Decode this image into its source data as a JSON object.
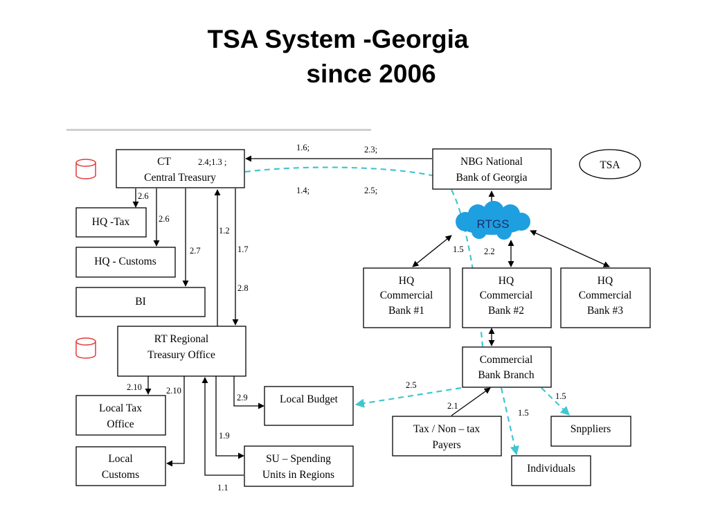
{
  "title": {
    "line1": "TSA System -Georgia",
    "line2": "since 2006"
  },
  "nodes": {
    "ct": {
      "line1": "CT",
      "line2": "Central Treasury",
      "ref": "2.4;1.3 ;"
    },
    "nbg": {
      "line1": "NBG  National",
      "line2": "Bank of Georgia"
    },
    "tsa": {
      "label": "TSA"
    },
    "rtgs": {
      "label": "RTGS"
    },
    "hq_tax": {
      "label": "HQ -Tax"
    },
    "hq_customs": {
      "label": "HQ - Customs"
    },
    "bi": {
      "label": "BI"
    },
    "bank1": {
      "line1": "HQ",
      "line2": "Commercial",
      "line3": "Bank #1"
    },
    "bank2": {
      "line1": "HQ",
      "line2": "Commercial",
      "line3": "Bank #2"
    },
    "bank3": {
      "line1": "HQ",
      "line2": "Commercial",
      "line3": "Bank #3"
    },
    "rt": {
      "line1": "RT Regional",
      "line2": "Treasury Office"
    },
    "branch": {
      "line1": "Commercial",
      "line2": "Bank Branch"
    },
    "local_tax": {
      "line1": "Local Tax",
      "line2": "Office"
    },
    "local_customs": {
      "line1": "Local",
      "line2": "Customs"
    },
    "local_budget": {
      "label": "Local Budget"
    },
    "su": {
      "line1": "SU – Spending",
      "line2": "Units in Regions"
    },
    "payers": {
      "line1": "Tax / Non – tax",
      "line2": "Payers"
    },
    "suppliers": {
      "label": "Snppliers"
    },
    "individuals": {
      "label": "Individuals"
    }
  },
  "edge_labels": {
    "e16": "1.6;",
    "e23": "2.3;",
    "e14": "1.4;",
    "e25top": "2.5;",
    "e26a": "2.6",
    "e26b": "2.6",
    "e27": "2.7",
    "e12": "1.2",
    "e17": "1.7",
    "e28": "2.8",
    "e15a": "1.5",
    "e22": "2.2",
    "e210a": "2.10",
    "e210b": "2.10",
    "e29": "2.9",
    "e19": "1.9",
    "e11": "1.1",
    "e25b": "2.5",
    "e21": "2.1",
    "e15b": "1.5",
    "e15c": "1.5"
  },
  "colors": {
    "flow_dashed": "#3fc6cf",
    "rtgs_cloud": "#1e9fe0",
    "database_icon": "#e23a3a"
  }
}
